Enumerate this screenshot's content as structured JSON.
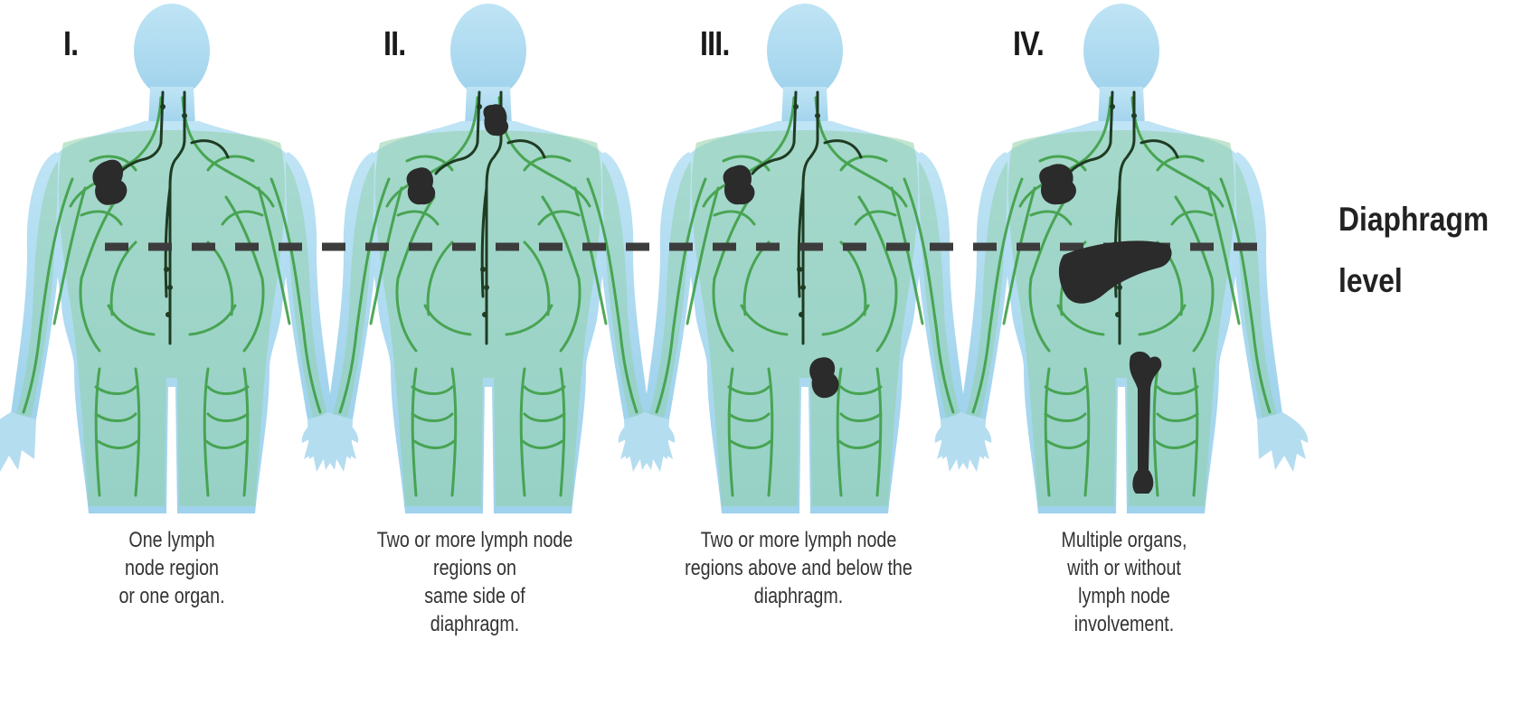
{
  "stages": [
    {
      "id": "stage-1",
      "label": "I.",
      "caption": [
        "One lymph",
        "node region",
        "or one organ."
      ]
    },
    {
      "id": "stage-2",
      "label": "II.",
      "caption": [
        "Two or more lymph node",
        "regions on",
        "same side of",
        "diaphragm."
      ]
    },
    {
      "id": "stage-3",
      "label": "III.",
      "caption": [
        "Two or more lymph node",
        "regions above and below the",
        "diaphragm."
      ]
    },
    {
      "id": "stage-4",
      "label": "IV.",
      "caption": [
        "Multiple organs,",
        "with or without",
        "lymph node",
        "involvement."
      ]
    }
  ],
  "diaphragm": {
    "line1": "Diaphragm",
    "line2": "level"
  },
  "colors": {
    "body": "#a9d9ef",
    "body_dark": "#7fc0df",
    "lymph": "#44a84a",
    "lymph_tint": "#8fd0a8",
    "vessel": "#1f3b22",
    "tumor": "#2b2b2b",
    "dash": "#3c3c3c"
  }
}
